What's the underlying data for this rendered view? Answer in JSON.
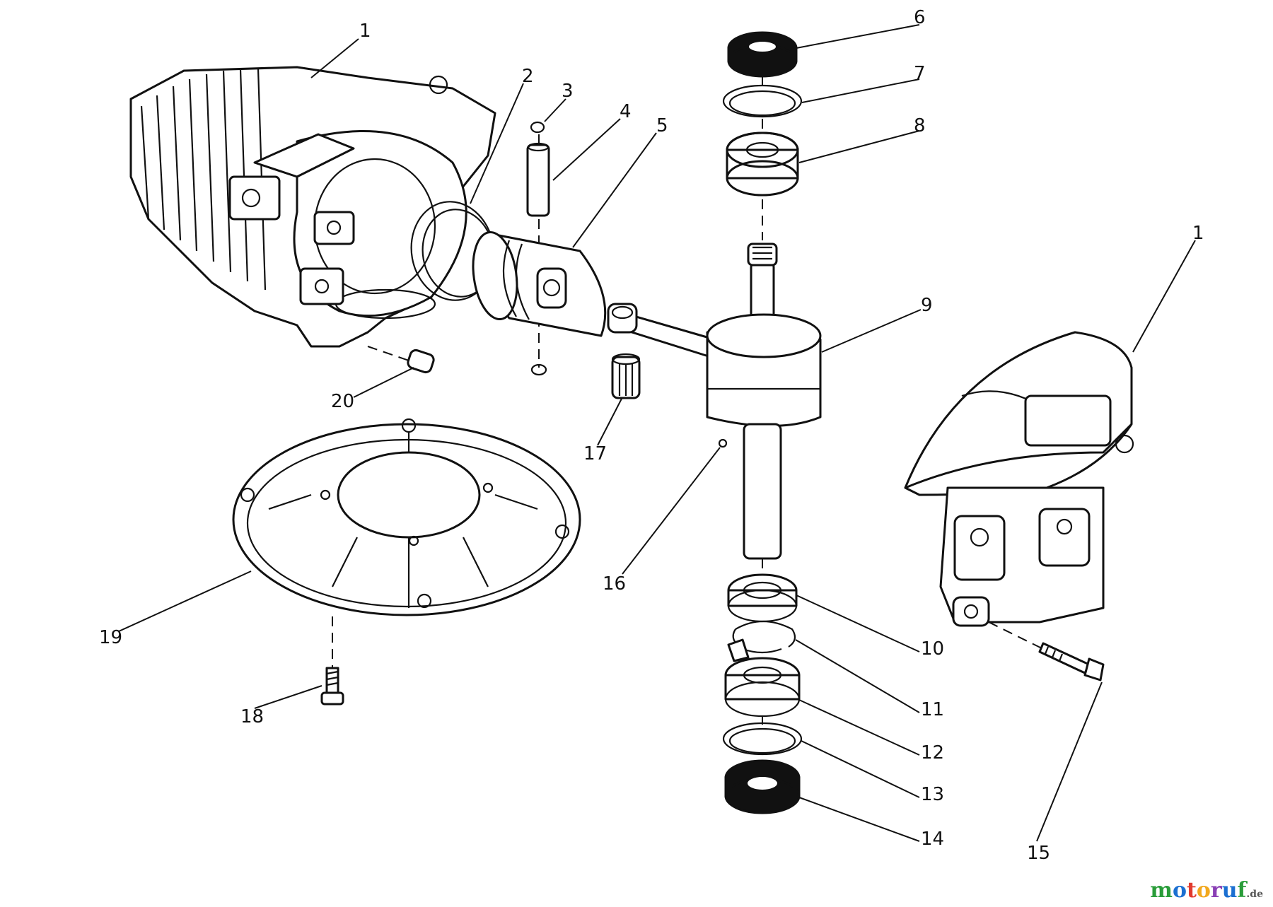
{
  "callouts": [
    {
      "id": "1a",
      "label": "1"
    },
    {
      "id": "2",
      "label": "2"
    },
    {
      "id": "3",
      "label": "3"
    },
    {
      "id": "4",
      "label": "4"
    },
    {
      "id": "5",
      "label": "5"
    },
    {
      "id": "6",
      "label": "6"
    },
    {
      "id": "7",
      "label": "7"
    },
    {
      "id": "8",
      "label": "8"
    },
    {
      "id": "9",
      "label": "9"
    },
    {
      "id": "1b",
      "label": "1"
    },
    {
      "id": "10",
      "label": "10"
    },
    {
      "id": "11",
      "label": "11"
    },
    {
      "id": "12",
      "label": "12"
    },
    {
      "id": "13",
      "label": "13"
    },
    {
      "id": "14",
      "label": "14"
    },
    {
      "id": "15",
      "label": "15"
    },
    {
      "id": "16",
      "label": "16"
    },
    {
      "id": "17",
      "label": "17"
    },
    {
      "id": "18",
      "label": "18"
    },
    {
      "id": "19",
      "label": "19"
    },
    {
      "id": "20",
      "label": "20"
    }
  ],
  "watermark": {
    "text": "motoruf",
    "suffix": ".de",
    "letter_colors": [
      "#2a9d3a",
      "#1b6fd1",
      "#e23b2e",
      "#f2a81d",
      "#8a3fb5",
      "#1b6fd1",
      "#2a9d3a"
    ]
  }
}
